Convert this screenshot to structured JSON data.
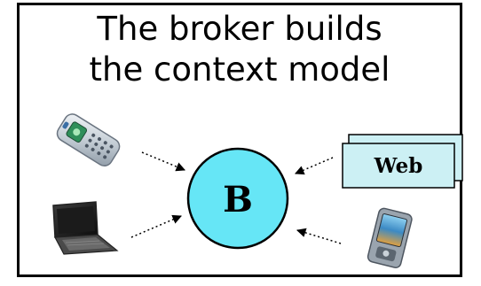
{
  "title": {
    "line1": "The broker builds",
    "line2": "the context model"
  },
  "broker": {
    "label": "B",
    "fill_color": "#66e6f6"
  },
  "web_source": {
    "label": "Web",
    "fill_color": "#ccf0f4"
  },
  "devices": [
    {
      "name": "mobile-phone"
    },
    {
      "name": "laptop"
    },
    {
      "name": "pda"
    }
  ]
}
